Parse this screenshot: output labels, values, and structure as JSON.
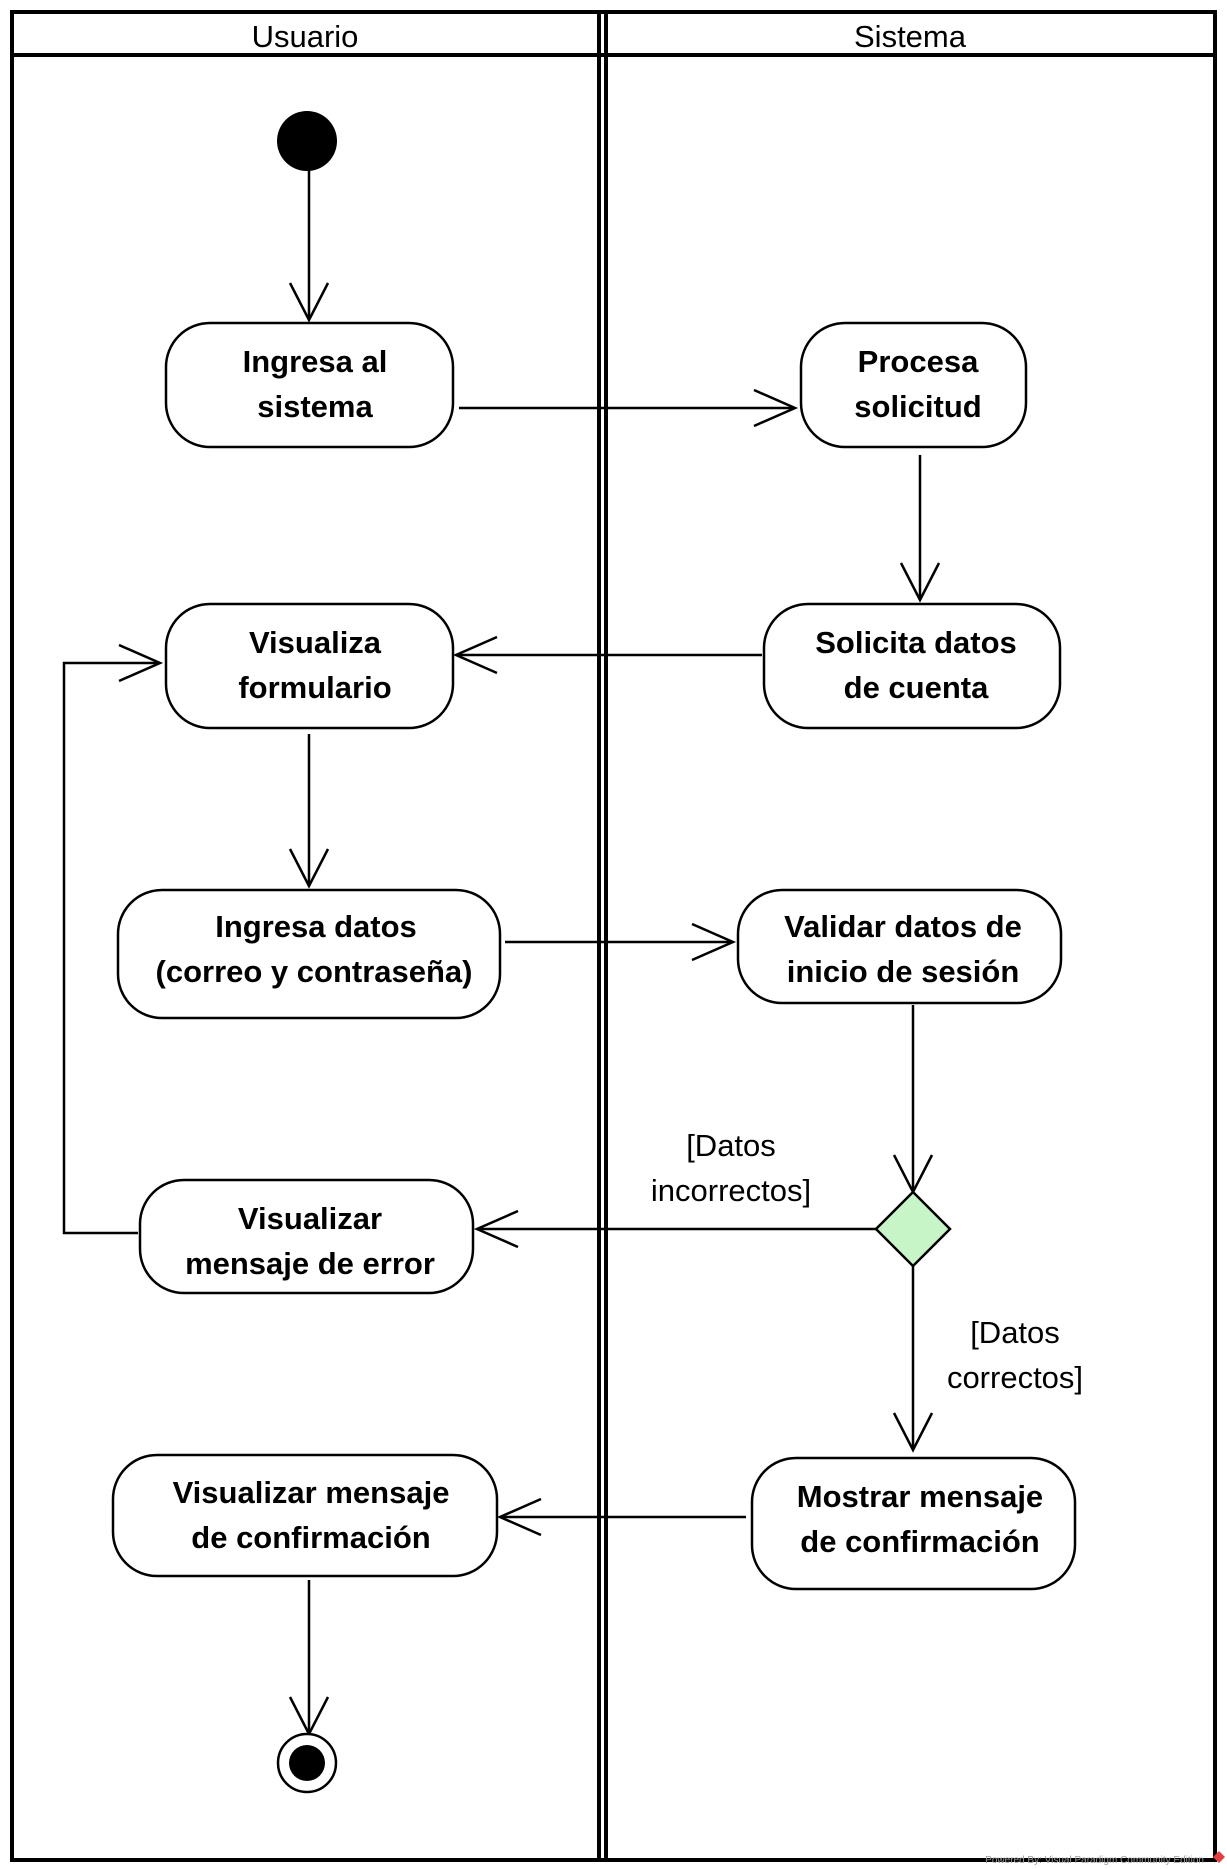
{
  "swimlanes": {
    "user_title": "Usuario",
    "system_title": "Sistema"
  },
  "actions": {
    "ingresa_al_sistema": [
      "Ingresa al",
      "sistema"
    ],
    "procesa_solicitud": [
      "Procesa",
      "solicitud"
    ],
    "solicita_datos": [
      "Solicita datos",
      "de cuenta"
    ],
    "visualiza_formulario": [
      "Visualiza",
      "formulario"
    ],
    "ingresa_datos": [
      "Ingresa datos",
      "(correo y contraseña)"
    ],
    "validar_datos": [
      "Validar datos de",
      "inicio de sesión"
    ],
    "visualizar_error": [
      "Visualizar",
      "mensaje de error"
    ],
    "visualizar_confirmacion": [
      "Visualizar mensaje",
      "de confirmación"
    ],
    "mostrar_confirmacion": [
      "Mostrar mensaje",
      "de confirmación"
    ]
  },
  "guards": {
    "incorrectos": [
      "[Datos",
      "incorrectos]"
    ],
    "correctos": [
      "[Datos",
      "correctos]"
    ]
  },
  "colors": {
    "decision_fill": "#c8f5c8",
    "line": "#000000"
  },
  "watermark": "Powered By: Visual Paradigm Community Edition"
}
